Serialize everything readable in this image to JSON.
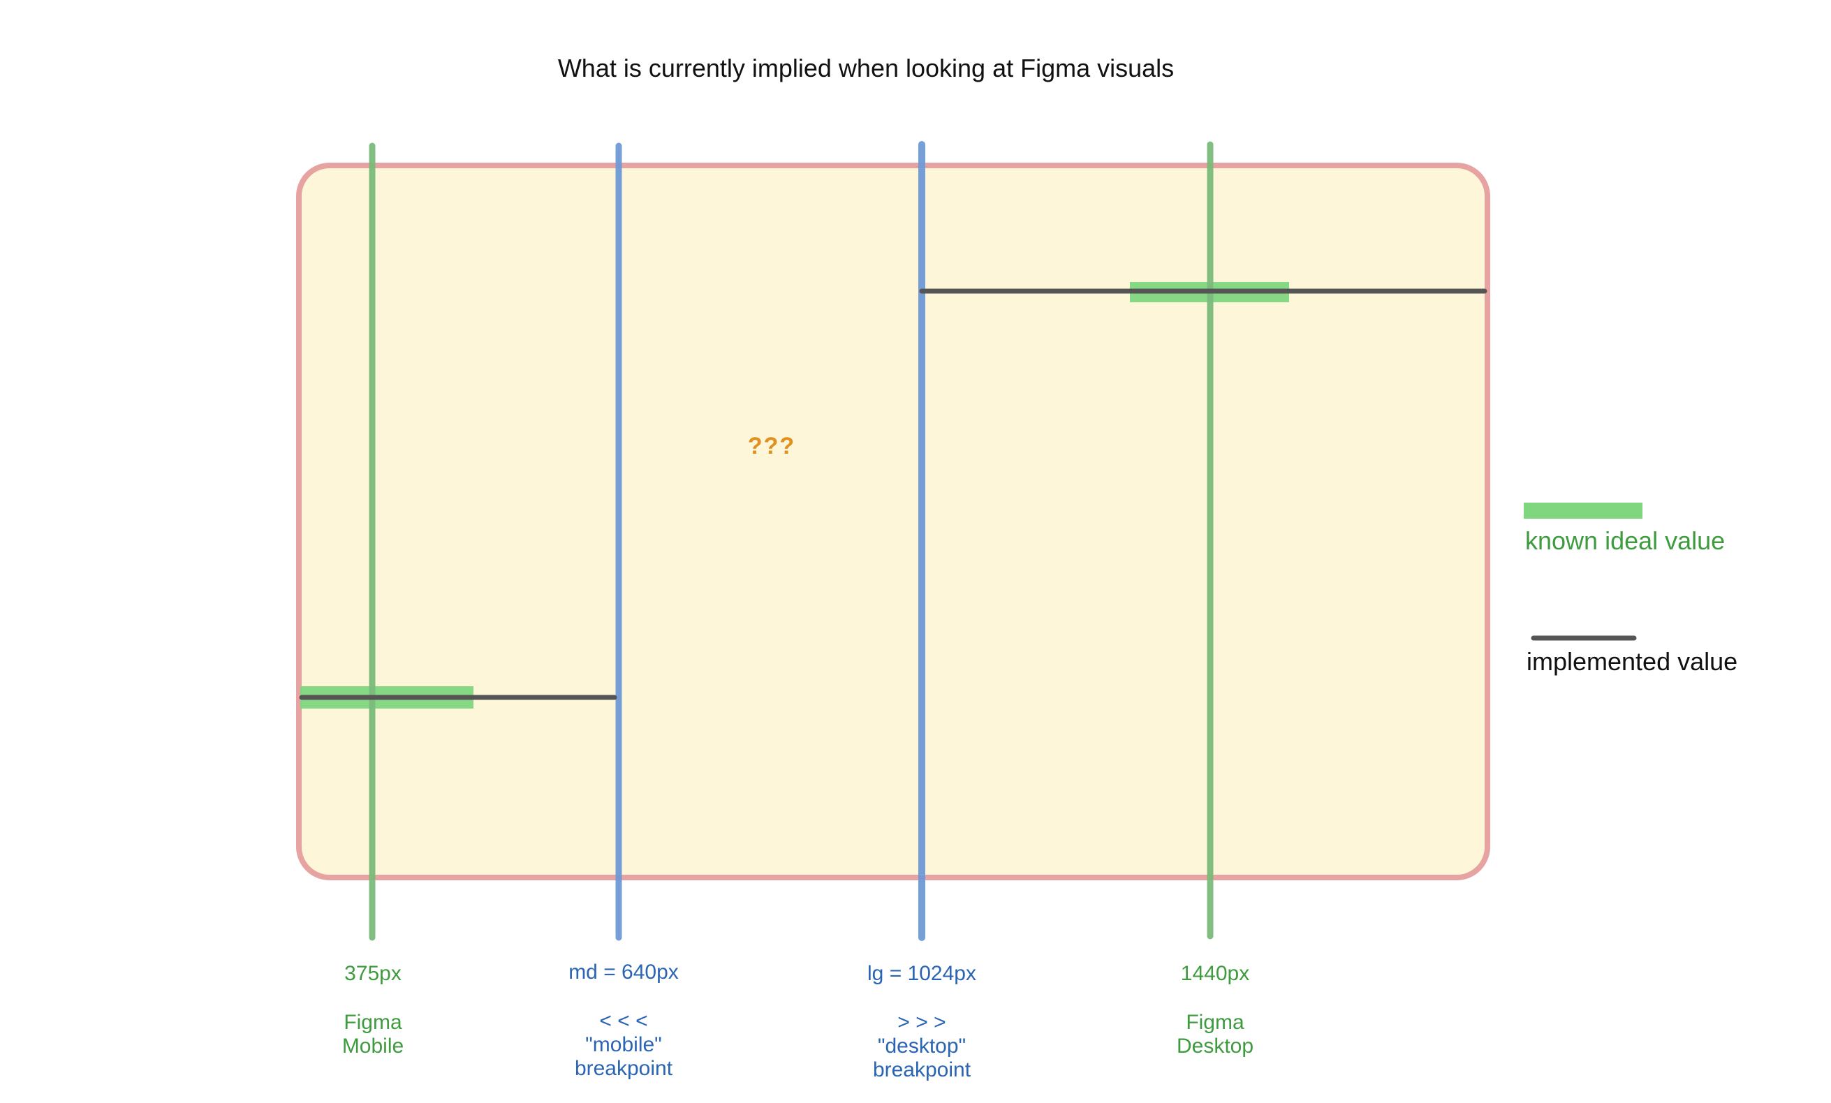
{
  "title": "What is currently implied when looking at Figma visuals",
  "center_label": "???",
  "colors": {
    "box_fill": "#fdf6d9",
    "box_stroke": "#e6a3a1",
    "green_line": "#7cbb7c",
    "blue_line": "#6f9ad6",
    "ideal_bar": "#7fd67f",
    "implemented_line": "#555555",
    "green_text": "#3f9b3f",
    "blue_text": "#2a64b4",
    "question_text": "#e0901e"
  },
  "markers": [
    {
      "kind": "figma",
      "width_label": "375px",
      "name_lines": [
        "Figma",
        "Mobile"
      ]
    },
    {
      "kind": "breakpoint",
      "width_label": "md = 640px",
      "name_lines": [
        "< < <",
        "\"mobile\"",
        "breakpoint"
      ]
    },
    {
      "kind": "breakpoint",
      "width_label": "lg = 1024px",
      "name_lines": [
        "> > >",
        "\"desktop\"",
        "breakpoint"
      ]
    },
    {
      "kind": "figma",
      "width_label": "1440px",
      "name_lines": [
        "Figma",
        "Desktop"
      ]
    }
  ],
  "legend": {
    "ideal_label": "known ideal value",
    "implemented_label": "implemented value"
  }
}
